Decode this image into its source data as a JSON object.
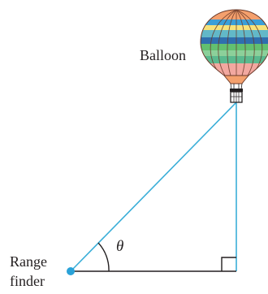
{
  "diagram": {
    "labels": {
      "balloon": "Balloon",
      "range": "Range",
      "finder": "finder",
      "angle": "θ"
    },
    "colors": {
      "sight_line": "#3aaed8",
      "ground_line": "#231f20",
      "point": "#2aa2d8",
      "text": "#231f20"
    },
    "right_angle_marker": true
  }
}
